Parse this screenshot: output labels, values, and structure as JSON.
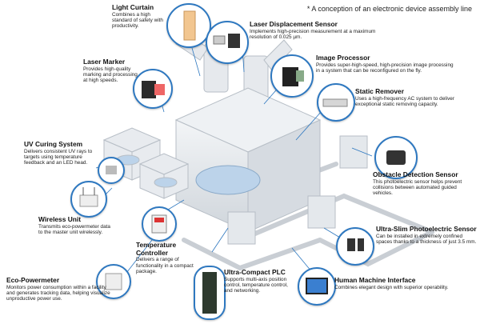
{
  "caption": "* A conception of an electronic device assembly line",
  "devices": [
    {
      "id": "light-curtain",
      "title": "Light Curtain",
      "desc": "Combines a high standard of safety with productivity."
    },
    {
      "id": "laser-displacement-sensor",
      "title": "Laser Displacement Sensor",
      "desc": "Implements high-precision measurement at a maximum resolution of 0.025 µm."
    },
    {
      "id": "laser-marker",
      "title": "Laser Marker",
      "desc": "Provides high-quality marking and processing at high speeds."
    },
    {
      "id": "image-processor",
      "title": "Image Processor",
      "desc": "Provides super-high-speed, high-precision image processing in a system that can be reconfigured on the fly."
    },
    {
      "id": "static-remover",
      "title": "Static Remover",
      "desc": "Uses a high-frequency AC system to deliver exceptional static removing capacity."
    },
    {
      "id": "uv-curing-system",
      "title": "UV Curing System",
      "desc": "Delivers consistent UV rays to targets using temperature feedback and an LED head."
    },
    {
      "id": "obstacle-detection-sensor",
      "title": "Obstacle Detection Sensor",
      "desc": "This photoelectric sensor helps prevent collisions between automated guided vehicles."
    },
    {
      "id": "wireless-unit",
      "title": "Wireless Unit",
      "desc": "Transmits eco-powermeter data to the master unit wirelessly."
    },
    {
      "id": "temperature-controller",
      "title": "Temperature Controller",
      "desc": "Delivers a range of functionality in a compact package."
    },
    {
      "id": "ultra-slim-photoelectric-sensor",
      "title": "Ultra-Slim Photoelectric Sensor",
      "desc": "Can be installed in extremely confined spaces thanks to a thickness of just 3.5 mm."
    },
    {
      "id": "ultra-compact-plc",
      "title": "Ultra-Compact PLC",
      "desc": "Supports multi-axis position control, temperature control, and networking."
    },
    {
      "id": "eco-powermeter",
      "title": "Eco-Powermeter",
      "desc": "Monitors power consumption within a facility and generates tracking data, helping visualize unproductive power use."
    },
    {
      "id": "human-machine-interface",
      "title": "Human Machine Interface",
      "desc": "Combines elegant design with superior operability."
    }
  ],
  "colors": {
    "accent": "#2e78c0",
    "machine": "#dfe3e8",
    "conveyor": "#c9ced4",
    "screen": "#3a7fd0"
  }
}
